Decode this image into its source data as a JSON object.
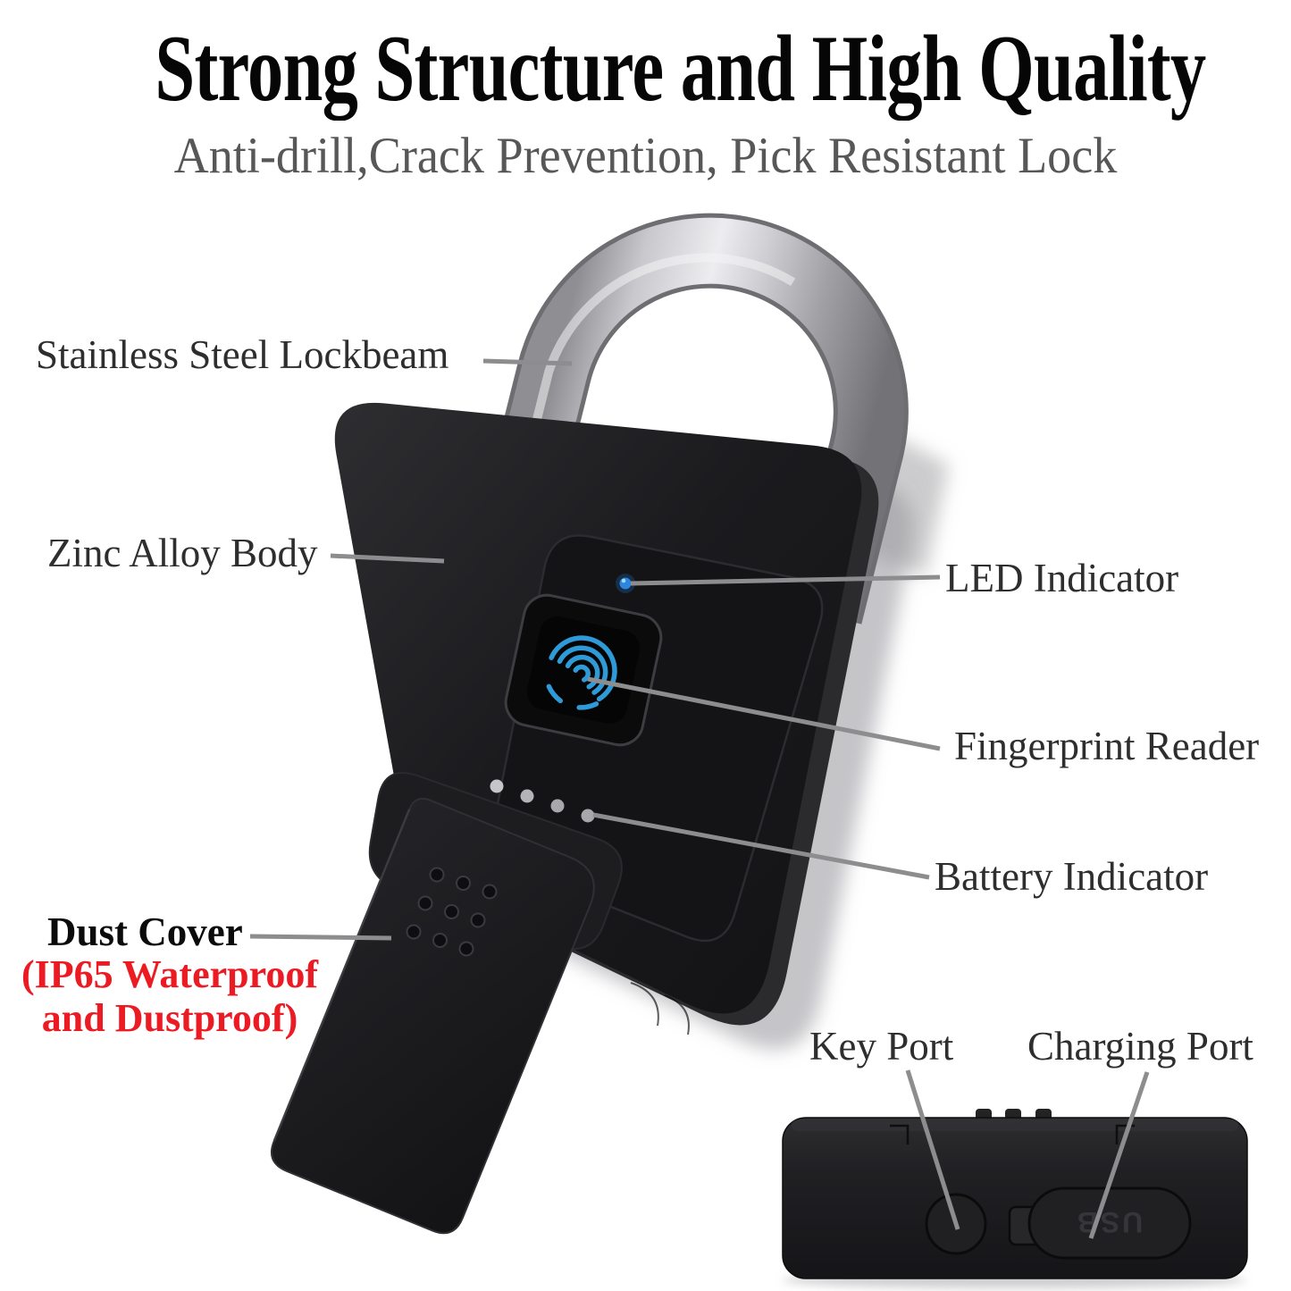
{
  "title": "Strong Structure and High Quality",
  "subtitle": "Anti-drill,Crack Prevention, Pick Resistant Lock",
  "callouts": {
    "lockbeam": {
      "label": "Stainless Steel Lockbeam"
    },
    "zinc_body": {
      "label": "Zinc Alloy Body"
    },
    "led": {
      "label": "LED Indicator"
    },
    "fingerprint": {
      "label": "Fingerprint Reader"
    },
    "battery": {
      "label": "Battery Indicator"
    },
    "dust_cover": {
      "label": "Dust Cover",
      "note_line1": "(IP65 Waterproof",
      "note_line2": "and Dustproof)"
    },
    "key_port": {
      "label": "Key Port"
    },
    "charging_port": {
      "label": "Charging Port"
    }
  },
  "bottom_view": {
    "usb_label": "USB"
  },
  "colors": {
    "title": "#060606",
    "subtitle": "#575757",
    "label": "#2e2e2e",
    "note_red": "#ec1b23",
    "leader_gray": "#8d8d90",
    "lock_body_black": "#1b1b1e",
    "shackle_silver": "#c9c9cd",
    "led_blue": "#2c86dd",
    "fingerprint_blue": "#2f9ad8"
  }
}
